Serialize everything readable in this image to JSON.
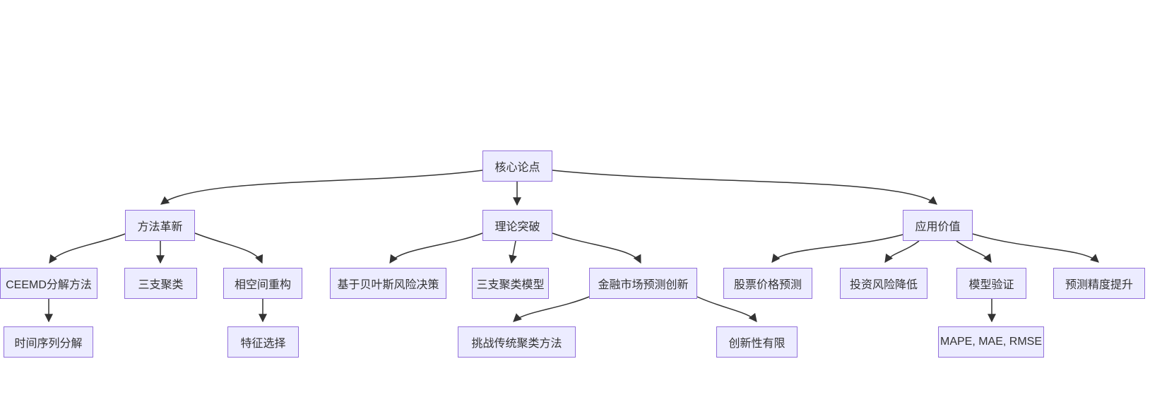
{
  "diagram": {
    "type": "flowchart-tree",
    "background": "#ffffff",
    "node_fill": "#ECECFF",
    "node_border": "#9370DB",
    "edge_color": "#333333",
    "text_color": "#333333"
  },
  "nodes": {
    "root": {
      "label": "核心论点"
    },
    "method": {
      "label": "方法革新"
    },
    "theory": {
      "label": "理论突破"
    },
    "application": {
      "label": "应用价值"
    },
    "ceemd": {
      "label": "CEEMD分解方法"
    },
    "three_way": {
      "label": "三支聚类"
    },
    "phase_space": {
      "label": "相空间重构"
    },
    "bayes": {
      "label": "基于贝叶斯风险决策"
    },
    "twc_model": {
      "label": "三支聚类模型"
    },
    "fin_innov": {
      "label": "金融市场预测创新"
    },
    "stock": {
      "label": "股票价格预测"
    },
    "risk": {
      "label": "投资风险降低"
    },
    "validation": {
      "label": "模型验证"
    },
    "precision": {
      "label": "预测精度提升"
    },
    "ts_decomp": {
      "label": "时间序列分解"
    },
    "feature": {
      "label": "特征选择"
    },
    "challenge": {
      "label": "挑战传统聚类方法"
    },
    "limited": {
      "label": "创新性有限"
    },
    "metrics": {
      "label": "MAPE, MAE, RMSE"
    }
  },
  "edges": [
    {
      "from": "root",
      "to": "method"
    },
    {
      "from": "root",
      "to": "theory"
    },
    {
      "from": "root",
      "to": "application"
    },
    {
      "from": "method",
      "to": "ceemd"
    },
    {
      "from": "method",
      "to": "three_way"
    },
    {
      "from": "method",
      "to": "phase_space"
    },
    {
      "from": "theory",
      "to": "bayes"
    },
    {
      "from": "theory",
      "to": "twc_model"
    },
    {
      "from": "theory",
      "to": "fin_innov"
    },
    {
      "from": "application",
      "to": "stock"
    },
    {
      "from": "application",
      "to": "risk"
    },
    {
      "from": "application",
      "to": "validation"
    },
    {
      "from": "application",
      "to": "precision"
    },
    {
      "from": "ceemd",
      "to": "ts_decomp"
    },
    {
      "from": "phase_space",
      "to": "feature"
    },
    {
      "from": "fin_innov",
      "to": "challenge"
    },
    {
      "from": "fin_innov",
      "to": "limited"
    },
    {
      "from": "validation",
      "to": "metrics"
    }
  ]
}
